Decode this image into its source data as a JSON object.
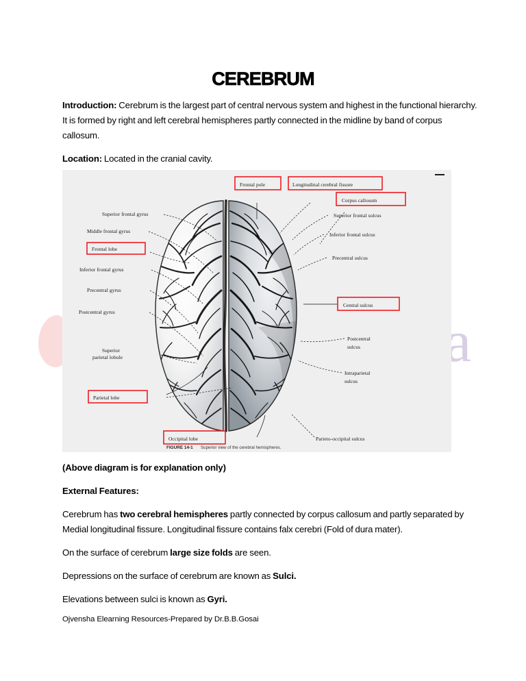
{
  "document": {
    "title": "CEREBRUM",
    "paragraphs": [
      {
        "id": "introduction",
        "label": "Introduction:",
        "text": " Cerebrum is the largest part of central nervous system and highest in the functional hierarchy. It is formed by right and left cerebral hemispheres partly connected in the midline by band of corpus callosum."
      },
      {
        "id": "location",
        "label": "Location:",
        "text": " Located in the cranial cavity."
      }
    ],
    "figure_note": "(Above diagram is for explanation only)",
    "external_features_heading": "External Features:",
    "feature_paragraphs": [
      {
        "id": "hemispheres",
        "pre": "Cerebrum has ",
        "bold": "two cerebral hemispheres",
        "post": " partly connected by corpus callosum and partly separated by Medial longitudinal fissure. Longitudinal fissure contains falx cerebri (Fold of dura mater)."
      },
      {
        "id": "folds",
        "pre": "On the surface of cerebrum ",
        "bold": "large size folds",
        "post": " are seen."
      },
      {
        "id": "sulci",
        "pre": "Depressions on the surface of cerebrum are known as ",
        "bold": "Sulci.",
        "post": ""
      },
      {
        "id": "gyri",
        "pre": "Elevations between sulci is known as ",
        "bold": "Gyri.",
        "post": ""
      }
    ],
    "footer": "Ojvensha Elearning Resources-Prepared by Dr.B.B.Gosai"
  },
  "figure": {
    "caption_number": "FIGURE 14-1",
    "caption_text": "Superior view of the cerebral hemispheres.",
    "background_color": "#efefef",
    "highlight_color": "#ee1b24",
    "labels_left": [
      {
        "id": "superior-frontal-gyrus",
        "text": "Superior frontal gyrus",
        "highlighted": false
      },
      {
        "id": "middle-frontal-gyrus",
        "text": "Middle frontal gyrus",
        "highlighted": false
      },
      {
        "id": "frontal-lobe",
        "text": "Frontal lobe",
        "highlighted": true
      },
      {
        "id": "inferior-frontal-gyrus",
        "text": "Inferior frontal gyrus",
        "highlighted": false
      },
      {
        "id": "precentral-gyrus",
        "text": "Precentral gyrus",
        "highlighted": false
      },
      {
        "id": "postcentral-gyrus",
        "text": "Postcentral gyrus",
        "highlighted": false
      },
      {
        "id": "superior-parietal-lobule-1",
        "text": "Superior",
        "highlighted": false
      },
      {
        "id": "superior-parietal-lobule-2",
        "text": "parietal lobule",
        "highlighted": false
      },
      {
        "id": "parietal-lobe",
        "text": "Parietal lobe",
        "highlighted": true
      }
    ],
    "labels_top": [
      {
        "id": "frontal-pole",
        "text": "Frontal pole",
        "highlighted": true
      },
      {
        "id": "longitudinal-cerebral-fissure",
        "text": "Longitudinal cerebral fissure",
        "highlighted": true
      },
      {
        "id": "corpus-callosum",
        "text": "Corpus callosum",
        "highlighted": true
      }
    ],
    "labels_right": [
      {
        "id": "superior-frontal-sulcus",
        "text": "Superior frontal sulcus",
        "highlighted": false
      },
      {
        "id": "inferior-frontal-sulcus",
        "text": "Inferior frontal sulcus",
        "highlighted": false
      },
      {
        "id": "precentral-sulcus",
        "text": "Precentral sulcus",
        "highlighted": false
      },
      {
        "id": "central-sulcus",
        "text": "Central sulcus",
        "highlighted": true
      },
      {
        "id": "postcentral-sulcus-1",
        "text": "Postcentral",
        "highlighted": false
      },
      {
        "id": "postcentral-sulcus-2",
        "text": "sulcus",
        "highlighted": false
      },
      {
        "id": "intraparietal-sulcus-1",
        "text": "Intraparietal",
        "highlighted": false
      },
      {
        "id": "intraparietal-sulcus-2",
        "text": "sulcus",
        "highlighted": false
      }
    ],
    "labels_bottom": [
      {
        "id": "occipital-lobe",
        "text": "Occipital lobe",
        "highlighted": true
      },
      {
        "id": "parieto-occipital-sulcus",
        "text": "Parieto-occipital sulcus",
        "highlighted": false
      }
    ]
  }
}
